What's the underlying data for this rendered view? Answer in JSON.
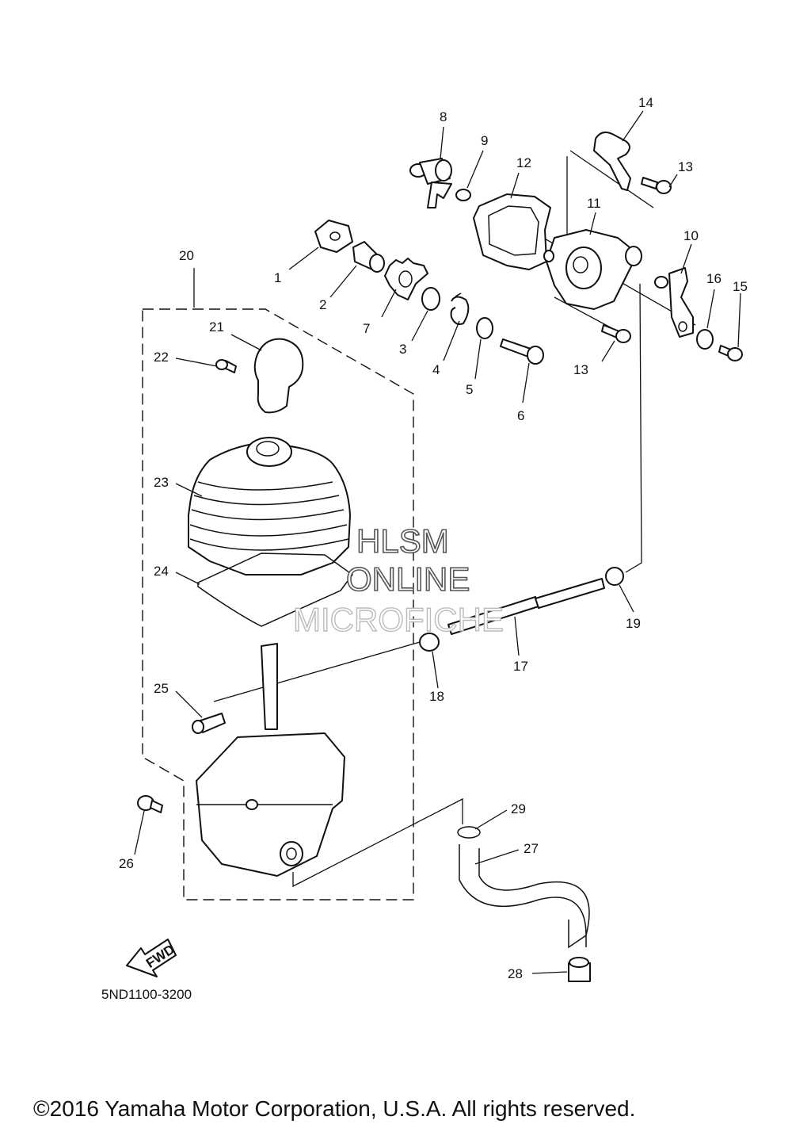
{
  "diagram": {
    "callouts": [
      "1",
      "2",
      "3",
      "4",
      "5",
      "6",
      "7",
      "8",
      "9",
      "10",
      "11",
      "12",
      "13",
      "13",
      "14",
      "15",
      "16",
      "17",
      "18",
      "19",
      "20",
      "21",
      "22",
      "23",
      "24",
      "25",
      "26",
      "27",
      "28",
      "29"
    ],
    "watermark": [
      "HLSM",
      "ONLINE",
      "MICROFICHE"
    ],
    "fwd_label": "FWD",
    "diagram_code": "5ND1100-3200",
    "copyright": "©2016 Yamaha Motor Corporation, U.S.A. All rights reserved."
  }
}
